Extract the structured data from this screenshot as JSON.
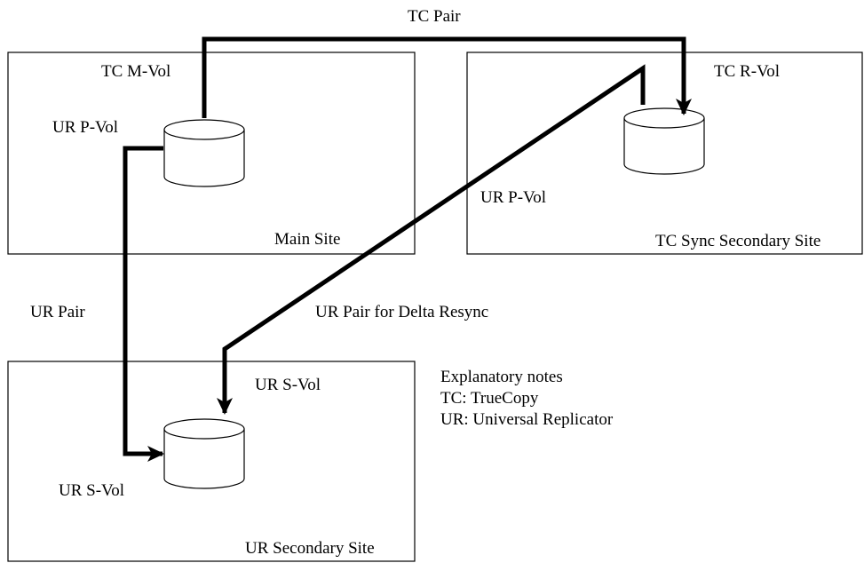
{
  "sites": {
    "main": {
      "label": "Main Site"
    },
    "tc_secondary": {
      "label": "TC Sync Secondary Site"
    },
    "ur_secondary": {
      "label": "UR Secondary Site"
    }
  },
  "volumes": {
    "main_tc": {
      "label": "TC M-Vol"
    },
    "main_ur": {
      "label": "UR P-Vol"
    },
    "tc_secondary_tc": {
      "label": "TC R-Vol"
    },
    "tc_secondary_ur": {
      "label": "UR P-Vol"
    },
    "ur_secondary_upper": {
      "label": "UR S-Vol"
    },
    "ur_secondary_lower": {
      "label": "UR S-Vol"
    }
  },
  "pairs": {
    "tc": {
      "label": "TC Pair"
    },
    "ur": {
      "label": "UR Pair"
    },
    "delta": {
      "label": "UR Pair for Delta Resync"
    }
  },
  "notes": {
    "heading": "Explanatory notes",
    "tc": "TC: TrueCopy",
    "ur": "UR: Universal Replicator"
  }
}
